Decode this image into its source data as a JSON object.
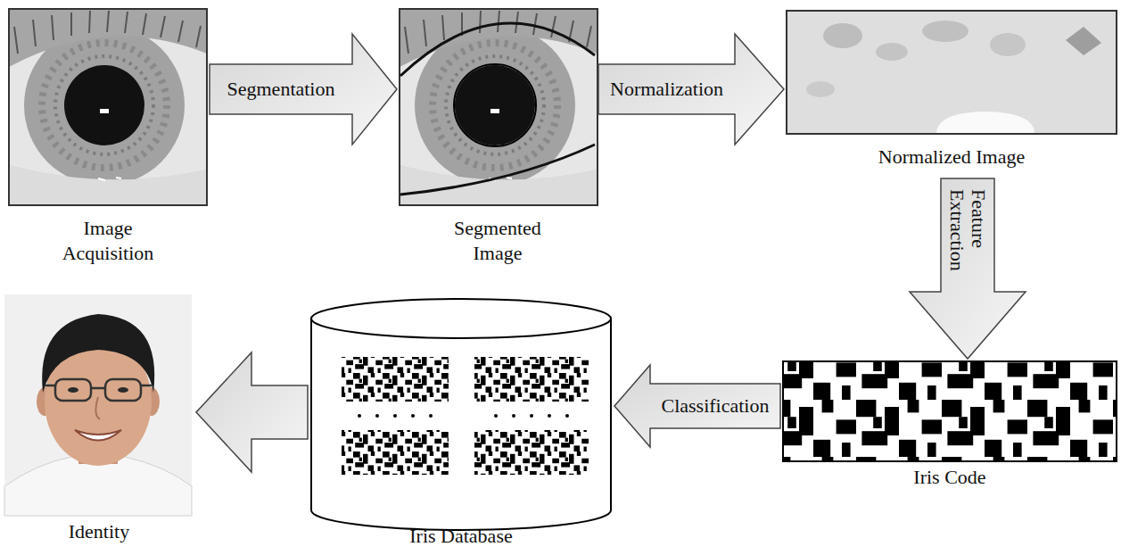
{
  "diagram": {
    "nodes": [
      {
        "text": [
          "Image Acquisition"
        ]
      },
      {
        "text": [
          "Segmented Image"
        ]
      },
      {
        "text": [
          "Normalized Image"
        ]
      },
      {
        "text": [
          "Iris Code"
        ]
      },
      {
        "text": [
          "Iris Database"
        ]
      },
      {
        "text": [
          "Identity"
        ]
      }
    ],
    "edges": [
      {
        "from": 0,
        "to": 1,
        "label": "Segmentation",
        "arrow": "to"
      },
      {
        "from": 1,
        "to": 2,
        "label": "Normalization",
        "arrow": "to"
      },
      {
        "from": 2,
        "to": 3,
        "label": "Feature Extraction",
        "arrow": "to"
      },
      {
        "from": 3,
        "to": 4,
        "label": "Classification",
        "arrow": "to"
      },
      {
        "from": 4,
        "to": 5,
        "arrow": "to"
      }
    ]
  }
}
